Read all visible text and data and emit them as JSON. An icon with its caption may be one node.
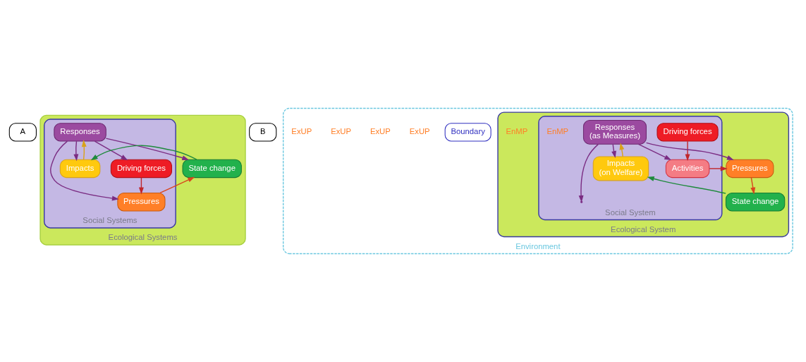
{
  "diagram": {
    "nodes": [
      {
        "text": [
          "A"
        ]
      },
      {
        "text": [
          "Ecological Systems"
        ]
      },
      {
        "text": [
          "Social Systems"
        ],
        "in": 1
      },
      {
        "text": [
          "Driving forces"
        ],
        "in": 2
      },
      {
        "text": [
          "Responses"
        ],
        "in": 2
      },
      {
        "text": [
          "Pressures"
        ],
        "in": 2
      },
      {
        "text": [
          "Impacts"
        ],
        "in": 2
      },
      {
        "text": [
          "State change"
        ],
        "in": 1
      },
      {
        "text": [
          "B"
        ]
      },
      {
        "text": [
          "Environment"
        ]
      },
      {
        "text": [
          "Ecological System"
        ],
        "in": 9
      },
      {
        "text": [
          "Social System"
        ],
        "in": 10
      },
      {
        "text": [
          "Driving forces"
        ],
        "in": 11
      },
      {
        "text": [
          "Activities"
        ],
        "in": 11
      },
      {
        "text": [
          "Responses",
          "(as Measures)"
        ],
        "in": 11
      },
      {
        "text": [
          "Impacts",
          "(on Welfare)"
        ],
        "in": 11
      },
      {
        "text": [
          "Pressures"
        ],
        "in": 10
      },
      {
        "text": [
          "State change"
        ],
        "in": 10
      },
      {
        "text": [
          "Boundary"
        ],
        "in": 9
      }
    ],
    "edges": [
      {
        "from": 3,
        "to": 5,
        "arrow": "to",
        "color": "#c0262c"
      },
      {
        "from": 5,
        "to": 7,
        "arrow": "to",
        "color": "#d9461c"
      },
      {
        "from": 7,
        "to": 6,
        "arrow": "to",
        "color": "#1e8a3c"
      },
      {
        "from": 6,
        "to": 4,
        "arrow": "to",
        "color": "#d9a21b"
      },
      {
        "from": 4,
        "to": 3,
        "arrow": "to",
        "color": "#7b2d83"
      },
      {
        "from": 4,
        "to": 5,
        "arrow": "to",
        "color": "#7b2d83"
      },
      {
        "from": 4,
        "to": 6,
        "arrow": "to",
        "color": "#7b2d83"
      },
      {
        "from": 4,
        "to": 7,
        "arrow": "to",
        "color": "#7b2d83"
      },
      {
        "from": 12,
        "to": 13,
        "arrow": "to",
        "color": "#c0262c"
      },
      {
        "from": 13,
        "to": 16,
        "arrow": "to",
        "color": "#c0262c"
      },
      {
        "from": 16,
        "to": 17,
        "arrow": "to",
        "color": "#d9461c"
      },
      {
        "from": 17,
        "to": 15,
        "arrow": "to",
        "color": "#1e8a3c"
      },
      {
        "from": 15,
        "to": 14,
        "arrow": "to",
        "color": "#d9a21b"
      },
      {
        "from": 14,
        "to": 13,
        "arrow": "to",
        "color": "#7b2d83"
      },
      {
        "from": 14,
        "to": 16,
        "arrow": "to",
        "color": "#7b2d83"
      },
      {
        "from": 14,
        "to": 15,
        "arrow": "to",
        "color": "#7b2d83"
      },
      {
        "from": 14,
        "to": null,
        "arrow": "to",
        "color": "#7b2d83"
      }
    ],
    "labels": [
      "ExUP",
      "ExUP",
      "EnMP",
      "EnMP",
      "ExUP",
      "ExUP"
    ]
  }
}
